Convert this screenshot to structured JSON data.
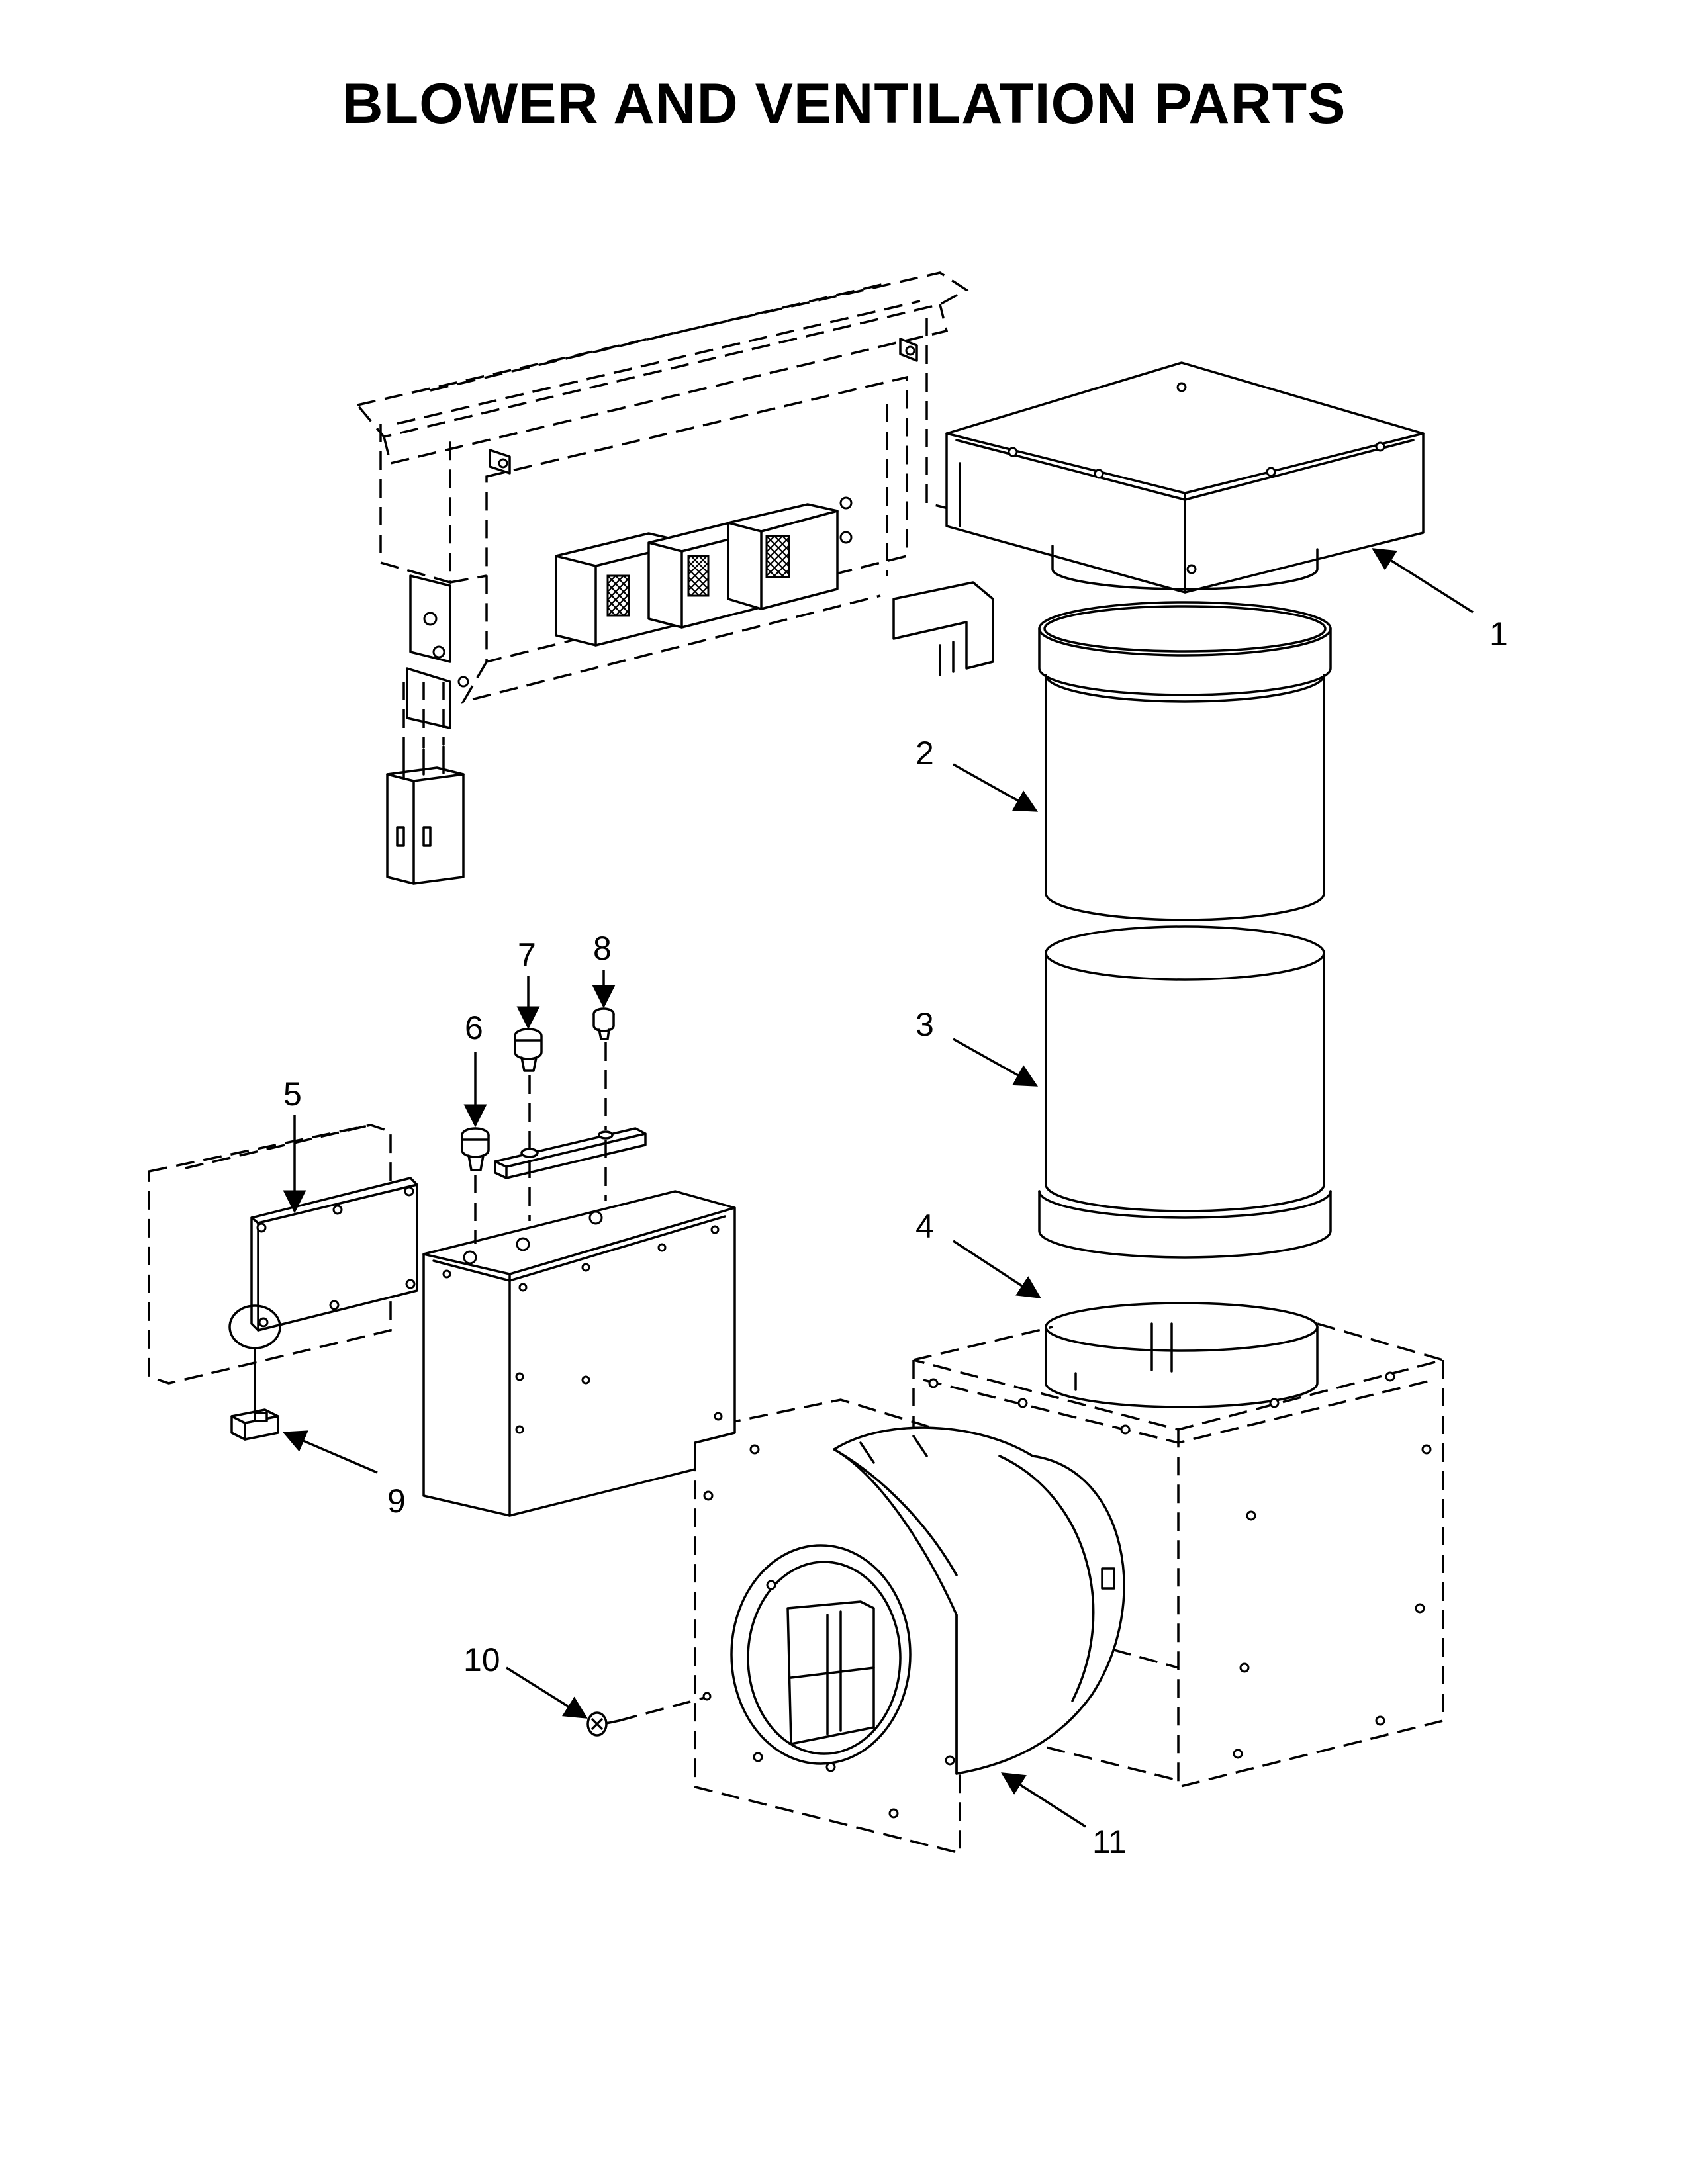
{
  "title": "BLOWER AND VENTILATION PARTS",
  "callouts": [
    {
      "id": "1",
      "label": "1"
    },
    {
      "id": "2",
      "label": "2"
    },
    {
      "id": "3",
      "label": "3"
    },
    {
      "id": "4",
      "label": "4"
    },
    {
      "id": "5",
      "label": "5"
    },
    {
      "id": "6",
      "label": "6"
    },
    {
      "id": "7",
      "label": "7"
    },
    {
      "id": "8",
      "label": "8"
    },
    {
      "id": "9",
      "label": "9"
    },
    {
      "id": "10",
      "label": "10"
    },
    {
      "id": "11",
      "label": "11"
    }
  ]
}
